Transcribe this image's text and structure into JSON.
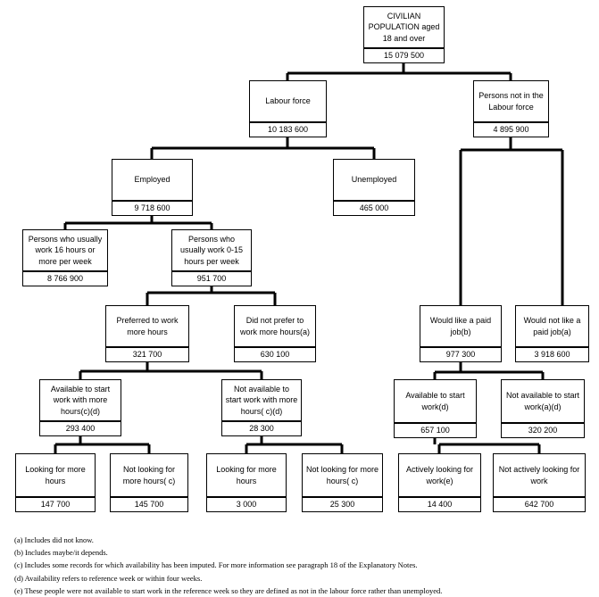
{
  "nodes": {
    "civilian": {
      "label": "CIVILIAN POPULATION aged 18 and over",
      "value": "15 079 500"
    },
    "labour_force": {
      "label": "Labour force",
      "value": "10 183 600"
    },
    "not_in_labour_force": {
      "label": "Persons not in the Labour force",
      "value": "4 895 900"
    },
    "employed": {
      "label": "Employed",
      "value": "9 718 600"
    },
    "unemployed": {
      "label": "Unemployed",
      "value": "465 000"
    },
    "work_16_plus": {
      "label": "Persons who usually work 16 hours or more per week",
      "value": "8 766 900"
    },
    "work_0_15": {
      "label": "Persons who usually work 0-15 hours per week",
      "value": "951 700"
    },
    "preferred_more": {
      "label": "Preferred to work more hours",
      "value": "321 700"
    },
    "not_prefer_more": {
      "label": "Did not prefer to work more hours(a)",
      "value": "630 100"
    },
    "available": {
      "label": "Available to start work with more hours(c)(d)",
      "value": "293 400"
    },
    "not_available": {
      "label": "Not available to start work with more hours( c)(d)",
      "value": "28 300"
    },
    "avail_looking": {
      "label": "Looking for more hours",
      "value": "147 700"
    },
    "avail_not_looking": {
      "label": "Not looking for more hours( c)",
      "value": "145 700"
    },
    "notavail_looking": {
      "label": "Looking for more hours",
      "value": "3 000"
    },
    "notavail_not_looking": {
      "label": "Not looking for more hours( c)",
      "value": "25 300"
    },
    "would_like_job": {
      "label": "Would like a paid job(b)",
      "value": "977 300"
    },
    "would_not_like_job": {
      "label": "Would not like a paid job(a)",
      "value": "3 918 600"
    },
    "available_work": {
      "label": "Available to start work(d)",
      "value": "657 100"
    },
    "not_available_work": {
      "label": "Not available to start work(a)(d)",
      "value": "320 200"
    },
    "actively_looking": {
      "label": "Actively looking for work(e)",
      "value": "14 400"
    },
    "not_actively_looking": {
      "label": "Not actively looking for work",
      "value": "642 700"
    }
  },
  "notes": [
    "(a) Includes did not know.",
    "(b) Includes maybe/it depends.",
    "(c) Includes some records for which availability has been imputed.  For more information see paragraph 18 of the Explanatory Notes.",
    "(d) Availability refers to reference week or within four weeks.",
    "(e) These people were not available to start work in the reference week so they are defined as not in the labour force rather than unemployed."
  ]
}
